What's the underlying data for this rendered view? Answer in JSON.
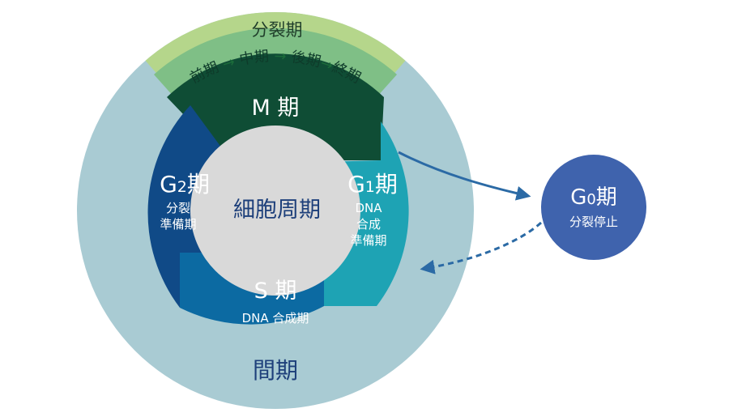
{
  "outer": {
    "mitosis_label": "分裂期",
    "interphase_label": "間期"
  },
  "stages_sequence": [
    "前期",
    "中期",
    "後期",
    "終期"
  ],
  "center_label": "細胞周期",
  "phases": {
    "m": {
      "title": "M 期"
    },
    "g1": {
      "title_g": "G",
      "title_sub": "1",
      "title_ki": "期",
      "desc": [
        "DNA",
        "合成",
        "準備期"
      ]
    },
    "s": {
      "title": "S 期",
      "desc": "DNA 合成期"
    },
    "g2": {
      "title_g": "G",
      "title_sub": "2",
      "title_ki": "期",
      "desc": [
        "分裂",
        "準備期"
      ]
    }
  },
  "g0": {
    "title_g": "G",
    "title_sub": "0",
    "title_ki": "期",
    "desc": "分裂停止"
  },
  "colors": {
    "interphase_ring": "#a9cbd3",
    "mitosis_band": "#b5d68b",
    "stages_band": "#7fbf86",
    "m_phase": "#0f4d35",
    "g1_phase": "#1ea3b4",
    "s_phase": "#0c6aa2",
    "g2_phase": "#104a87",
    "center": "#d9d9d9",
    "g0": "#3f63ad",
    "arrow": "#2b6aa5"
  }
}
